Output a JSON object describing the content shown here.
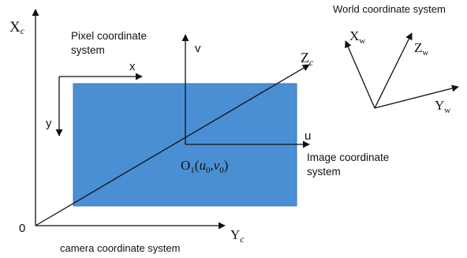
{
  "colors": {
    "image_plane": "#4a8fd4",
    "image_plane_border": "#3a75b5",
    "axis": "#111111",
    "background": "#ffffff"
  },
  "camera": {
    "x_axis_letter": "X",
    "x_axis_sub": "c",
    "y_axis_letter": "Y",
    "y_axis_sub": "c",
    "z_axis_letter": "Z",
    "z_axis_sub": "c",
    "origin_label": "0",
    "title": "camera coordinate system"
  },
  "pixel": {
    "title_line1": "Pixel coordinate",
    "title_line2": "system",
    "x_label": "x",
    "y_label": "y"
  },
  "image": {
    "u_label": "u",
    "v_label": "v",
    "origin_O": "O",
    "origin_sub": "1",
    "origin_coords_open": "(",
    "u0": "u",
    "u0_sub": "0",
    "comma": ",",
    "v0": "v",
    "v0_sub": "0",
    "origin_coords_close": ")",
    "title_line1": "Image coordinate",
    "title_line2": "system"
  },
  "world": {
    "title": "World coordinate system",
    "x_letter": "X",
    "x_sub": "w",
    "y_letter": "Y",
    "y_sub": "w",
    "z_letter": "Z",
    "z_sub": "w"
  }
}
